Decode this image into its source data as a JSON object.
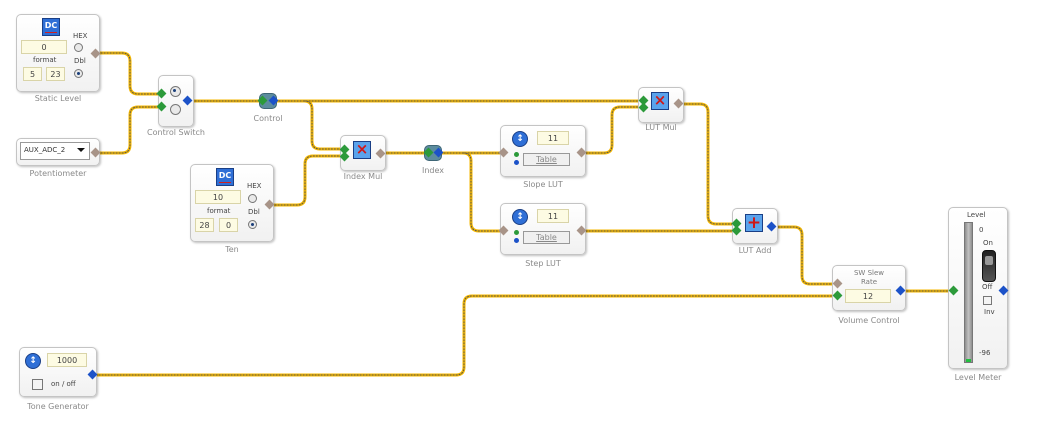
{
  "colors": {
    "wire": "#f4b700",
    "wire_dots": "#555555",
    "input_port": "#2c9a3a",
    "output_port": "#1c52c8"
  },
  "blocks": {
    "static_level": {
      "caption": "Static Level",
      "value": "0",
      "hex_label": "HEX",
      "dbl_label": "Dbl",
      "format_label": "format",
      "fmt_a": "5",
      "fmt_b": "23",
      "icon_text": "DC"
    },
    "potentiometer": {
      "caption": "Potentiometer",
      "selected": "AUX_ADC_2"
    },
    "control_switch": {
      "caption": "Control Switch"
    },
    "control": {
      "caption": "Control"
    },
    "ten": {
      "caption": "Ten",
      "value": "10",
      "hex_label": "HEX",
      "dbl_label": "Dbl",
      "format_label": "format",
      "fmt_a": "28",
      "fmt_b": "0",
      "icon_text": "DC"
    },
    "index_mul": {
      "caption": "Index Mul"
    },
    "index": {
      "caption": "Index"
    },
    "slope_lut": {
      "caption": "Slope LUT",
      "value": "11",
      "table_label": "Table"
    },
    "step_lut": {
      "caption": "Step LUT",
      "value": "11",
      "table_label": "Table"
    },
    "lut_mul": {
      "caption": "LUT Mul"
    },
    "lut_add": {
      "caption": "LUT Add"
    },
    "volume_control": {
      "caption": "Volume Control",
      "title": "SW Slew Rate",
      "value": "12"
    },
    "level_meter": {
      "caption": "Level Meter",
      "title": "Level",
      "top_value": "0",
      "bottom_value": "-96",
      "on_label": "On",
      "off_label": "Off",
      "inv_label": "Inv"
    },
    "tone_generator": {
      "caption": "Tone Generator",
      "value": "1000",
      "onoff_label": "on / off"
    }
  }
}
